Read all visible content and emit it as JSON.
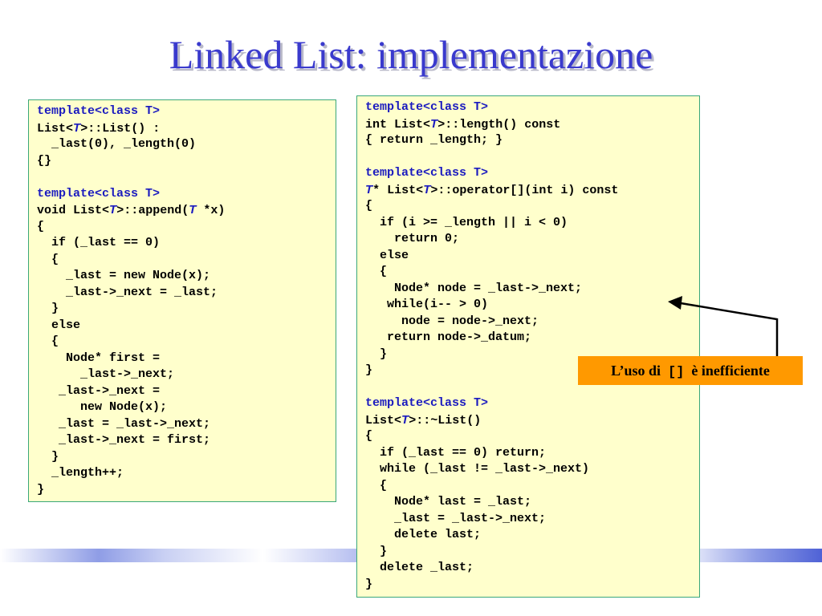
{
  "slide": {
    "title": "Linked List: implementazione"
  },
  "left_code": [
    [
      [
        "kw",
        "template<class T>"
      ]
    ],
    [
      [
        "n",
        "List<"
      ],
      [
        "t",
        "T"
      ],
      [
        "n",
        ">::List() :"
      ]
    ],
    [
      [
        "n",
        "  _last(0), _length(0)"
      ]
    ],
    [
      [
        "n",
        "{}"
      ]
    ],
    [
      [
        "n",
        ""
      ]
    ],
    [
      [
        "kw",
        "template<class T>"
      ]
    ],
    [
      [
        "n",
        "void List<"
      ],
      [
        "t",
        "T"
      ],
      [
        "n",
        ">::append("
      ],
      [
        "t",
        "T"
      ],
      [
        "n",
        " *x)"
      ]
    ],
    [
      [
        "n",
        "{"
      ]
    ],
    [
      [
        "n",
        "  if (_last == 0)"
      ]
    ],
    [
      [
        "n",
        "  {"
      ]
    ],
    [
      [
        "n",
        "    _last = new Node(x);"
      ]
    ],
    [
      [
        "n",
        "    _last->_next = _last;"
      ]
    ],
    [
      [
        "n",
        "  }"
      ]
    ],
    [
      [
        "n",
        "  else"
      ]
    ],
    [
      [
        "n",
        "  {"
      ]
    ],
    [
      [
        "n",
        "    Node* first ="
      ]
    ],
    [
      [
        "n",
        "      _last->_next;"
      ]
    ],
    [
      [
        "n",
        "   _last->_next ="
      ]
    ],
    [
      [
        "n",
        "      new Node(x);"
      ]
    ],
    [
      [
        "n",
        "   _last = _last->_next;"
      ]
    ],
    [
      [
        "n",
        "   _last->_next = first;"
      ]
    ],
    [
      [
        "n",
        "  }"
      ]
    ],
    [
      [
        "n",
        "  _length++;"
      ]
    ],
    [
      [
        "n",
        "}"
      ]
    ]
  ],
  "right_code": [
    [
      [
        "kw",
        "template<class T>"
      ]
    ],
    [
      [
        "n",
        "int List<"
      ],
      [
        "t",
        "T"
      ],
      [
        "n",
        ">::length() const"
      ]
    ],
    [
      [
        "n",
        "{ return _length; }"
      ]
    ],
    [
      [
        "n",
        ""
      ]
    ],
    [
      [
        "kw",
        "template<class T>"
      ]
    ],
    [
      [
        "t",
        "T"
      ],
      [
        "n",
        "* List<"
      ],
      [
        "t",
        "T"
      ],
      [
        "n",
        ">::operator[](int i) const"
      ]
    ],
    [
      [
        "n",
        "{"
      ]
    ],
    [
      [
        "n",
        "  if (i >= _length || i < 0)"
      ]
    ],
    [
      [
        "n",
        "    return 0;"
      ]
    ],
    [
      [
        "n",
        "  else"
      ]
    ],
    [
      [
        "n",
        "  {"
      ]
    ],
    [
      [
        "n",
        "    Node* node = _last->_next;"
      ]
    ],
    [
      [
        "n",
        "   while(i-- > 0)"
      ]
    ],
    [
      [
        "n",
        "     node = node->_next;"
      ]
    ],
    [
      [
        "n",
        "   return node->_datum;"
      ]
    ],
    [
      [
        "n",
        "  }"
      ]
    ],
    [
      [
        "n",
        "}"
      ]
    ],
    [
      [
        "n",
        ""
      ]
    ],
    [
      [
        "kw",
        "template<class T>"
      ]
    ],
    [
      [
        "n",
        "List<"
      ],
      [
        "t",
        "T"
      ],
      [
        "n",
        ">::~List()"
      ]
    ],
    [
      [
        "n",
        "{"
      ]
    ],
    [
      [
        "n",
        "  if (_last == 0) return;"
      ]
    ],
    [
      [
        "n",
        "  while (_last != _last->_next)"
      ]
    ],
    [
      [
        "n",
        "  {"
      ]
    ],
    [
      [
        "n",
        "    Node* last = _last;"
      ]
    ],
    [
      [
        "n",
        "    _last = _last->_next;"
      ]
    ],
    [
      [
        "n",
        "    delete last;"
      ]
    ],
    [
      [
        "n",
        "  }"
      ]
    ],
    [
      [
        "n",
        "  delete _last;"
      ]
    ],
    [
      [
        "n",
        "}"
      ]
    ]
  ],
  "callout": {
    "before": "L’uso di  ",
    "code": "[]",
    "after": "  è inefficiente"
  },
  "colors": {
    "title": "#3a3acd",
    "code_bg": "#ffffcc",
    "keyword": "#1a1abf",
    "callout_bg": "#ff9900"
  }
}
